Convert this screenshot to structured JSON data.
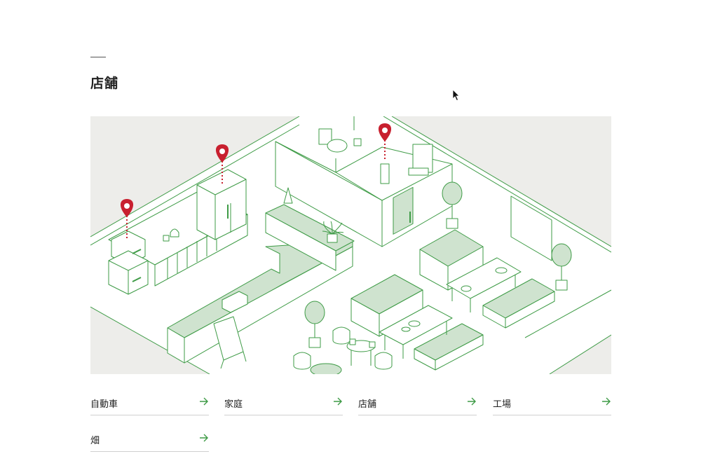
{
  "page": {
    "title": "店舗"
  },
  "illustration": {
    "line_color": "#3e9b46",
    "fill_color": "#cfe3cf",
    "background_color": "#ededea",
    "pin_color": "#c8202f",
    "pins": [
      "map-pin-icon",
      "map-pin-icon",
      "map-pin-icon"
    ]
  },
  "nav": {
    "arrow_icon": "arrow-right-icon",
    "items": [
      {
        "label": "自動車"
      },
      {
        "label": "家庭"
      },
      {
        "label": "店舗"
      },
      {
        "label": "工場"
      },
      {
        "label": "畑"
      }
    ]
  }
}
